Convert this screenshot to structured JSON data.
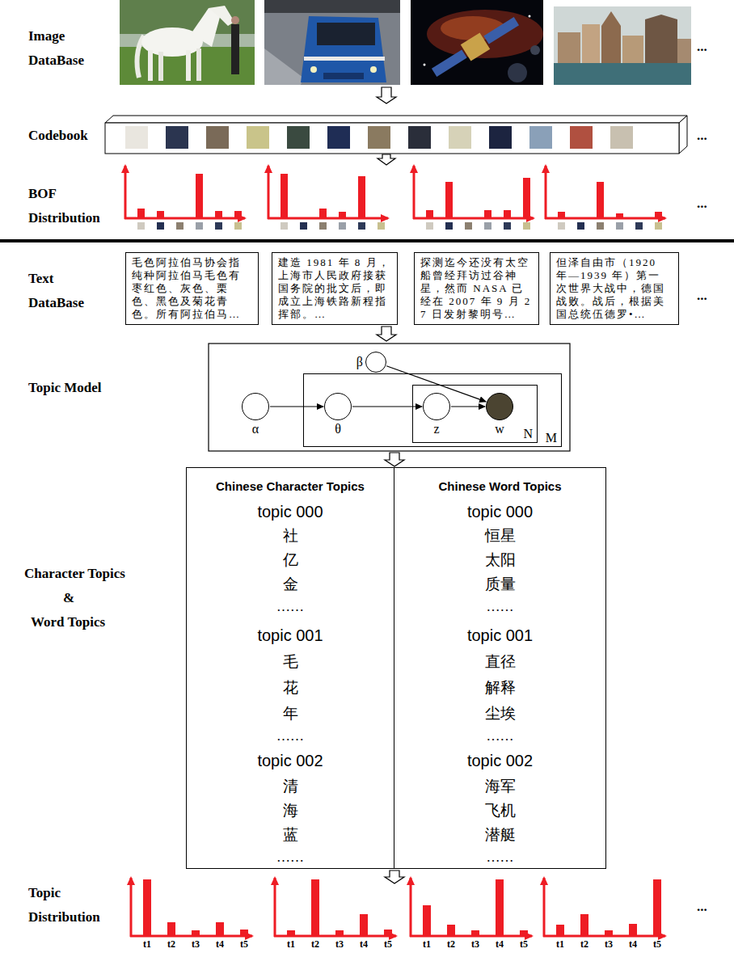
{
  "diagram": {
    "nodes": [
      {
        "text": [
          "毛色阿拉伯马协会指纯种阿拉伯马毛色有枣红色、灰色、栗色、黑色及菊花青色。所有阿拉伯马…"
        ]
      },
      {
        "text": [
          "建造 1981 年 8 月，上海市人民政府接获国务院的批文后，即成立上海铁路新程指挥部。…"
        ]
      },
      {
        "text": [
          "探测迄今还没有太空船曾经拜访过谷神星，然而 NASA 已经在 2007 年 9 月 27 日发射黎明号…"
        ]
      },
      {
        "text": [
          "但泽自由市（1920 年—1939 年）第一次世界大战中，德国战败。战后，根据美国总统伍德罗•…"
        ]
      },
      {
        "text": [
          "β"
        ]
      },
      {
        "text": [
          "α"
        ]
      },
      {
        "text": [
          "M"
        ]
      },
      {
        "text": [
          "θ"
        ],
        "in": 6
      },
      {
        "text": [
          "N"
        ],
        "in": 6
      },
      {
        "text": [
          "z"
        ],
        "in": 8
      },
      {
        "text": [
          "w"
        ],
        "in": 8
      },
      {
        "text": [
          "Chinese Character Topics",
          "topic 000",
          "社",
          "亿",
          "金",
          "……",
          "topic 001",
          "毛",
          "花",
          "年",
          "……",
          "topic 002",
          "清",
          "海",
          "蓝",
          "……"
        ]
      },
      {
        "text": [
          "Chinese Word Topics",
          "topic 000",
          "恒星",
          "太阳",
          "质量",
          "……",
          "topic 001",
          "直径",
          "解释",
          "尘埃",
          "……",
          "topic 002",
          "海军",
          "飞机",
          "潜艇",
          "……"
        ]
      }
    ],
    "edges": [
      {
        "from": 5,
        "to": 7,
        "arrow": "to"
      },
      {
        "from": 7,
        "to": 9,
        "arrow": "to"
      },
      {
        "from": 9,
        "to": 10,
        "arrow": "to"
      },
      {
        "from": 4,
        "to": 10,
        "arrow": "to"
      }
    ],
    "labels": [
      "Image DataBase",
      "...",
      "Codebook",
      "...",
      "BOF Distribution",
      "...",
      "Text DataBase",
      "...",
      "Topic Model",
      "Character Topics",
      "&",
      "Word Topics",
      "Topic Distribution",
      "t1",
      "t2",
      "t3",
      "t4",
      "t5",
      "t1",
      "t2",
      "t3",
      "t4",
      "t5",
      "t1",
      "t2",
      "t3",
      "t4",
      "t5",
      "t1",
      "t2",
      "t3",
      "t4",
      "t5",
      "..."
    ]
  }
}
